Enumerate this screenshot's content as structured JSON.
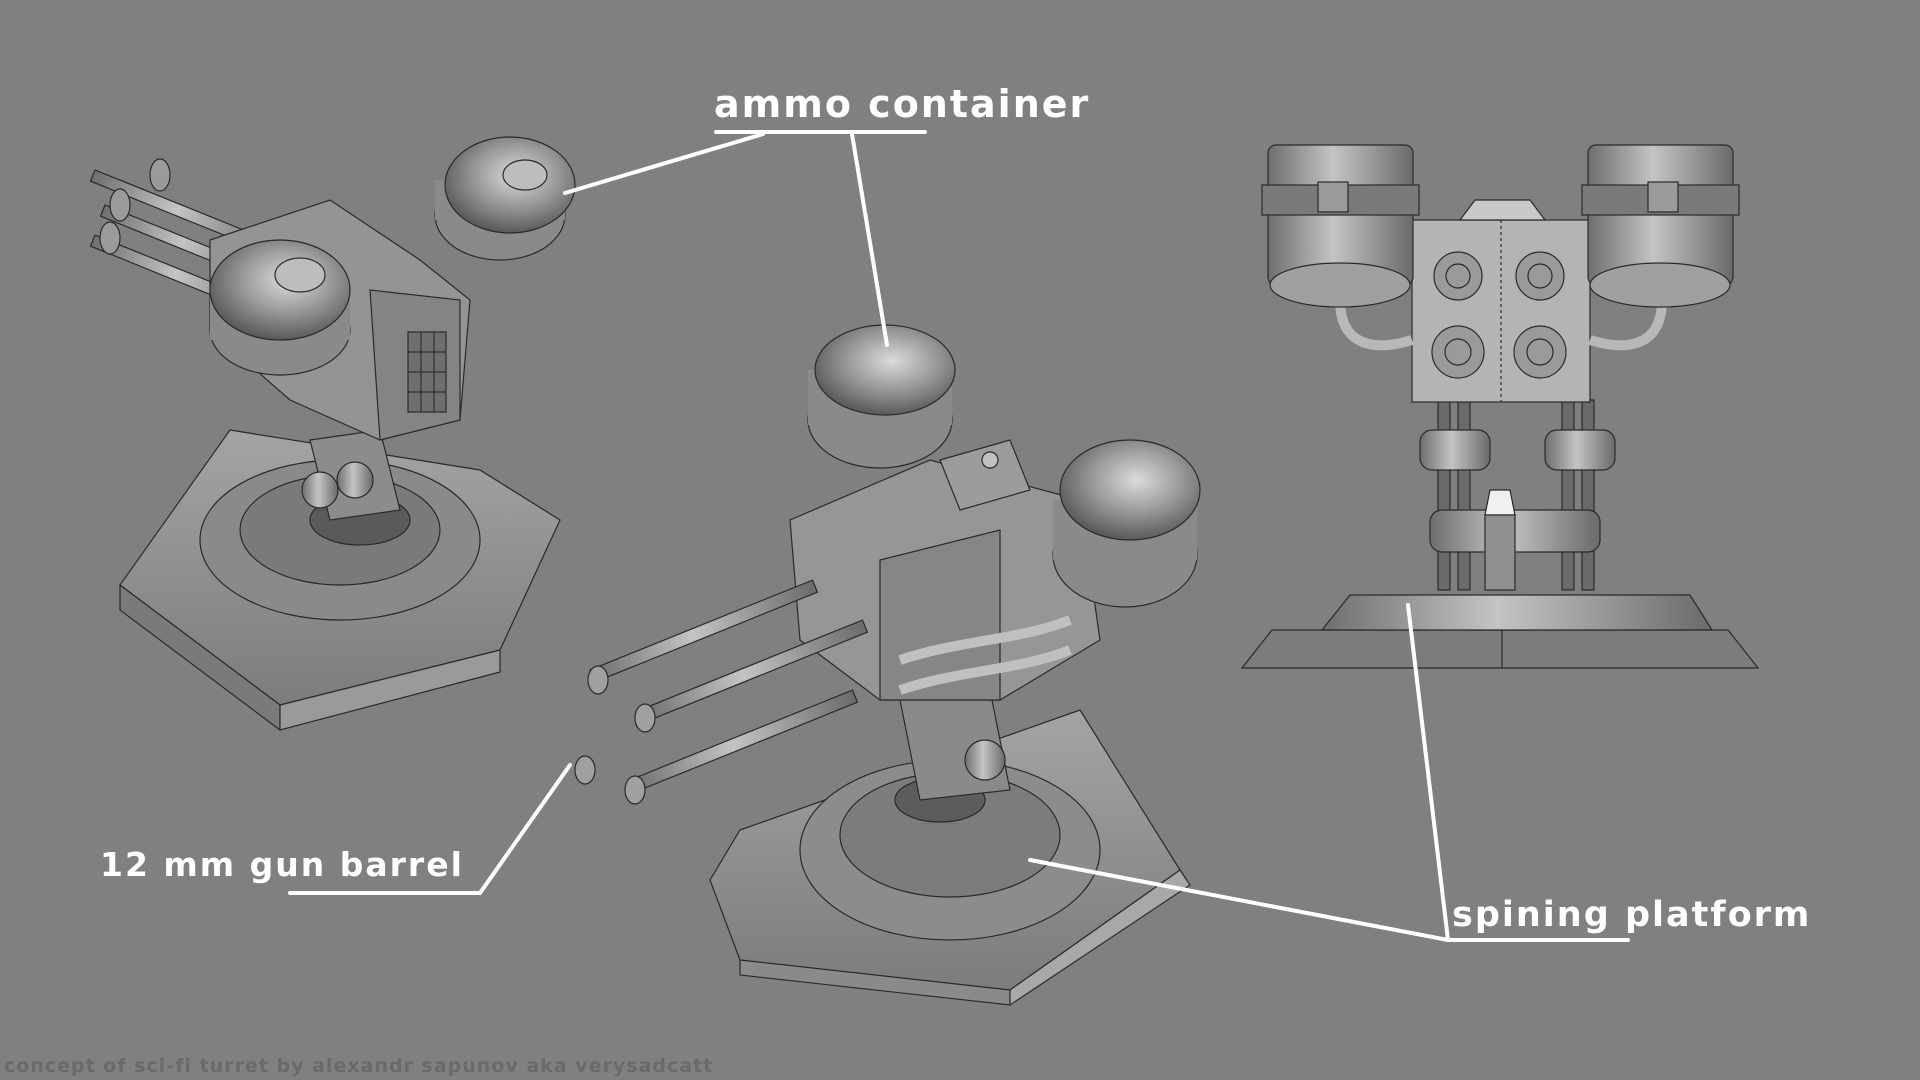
{
  "callouts": {
    "ammo": "ammo container",
    "barrel": "12 mm gun barrel",
    "platform": "spining platform"
  },
  "credit": "concept of sci-fi turret by alexandr sapunov aka verysadcatt",
  "views": [
    {
      "name": "perspective-left"
    },
    {
      "name": "perspective-center"
    },
    {
      "name": "front"
    }
  ],
  "colors": {
    "background": "#808080",
    "model": "#8e8e8c",
    "model_light": "#b8b8b6",
    "model_dark": "#5e5e5c",
    "line": "#2a2a2a",
    "callout": "#ffffff",
    "credit": "#6a6a6a"
  }
}
